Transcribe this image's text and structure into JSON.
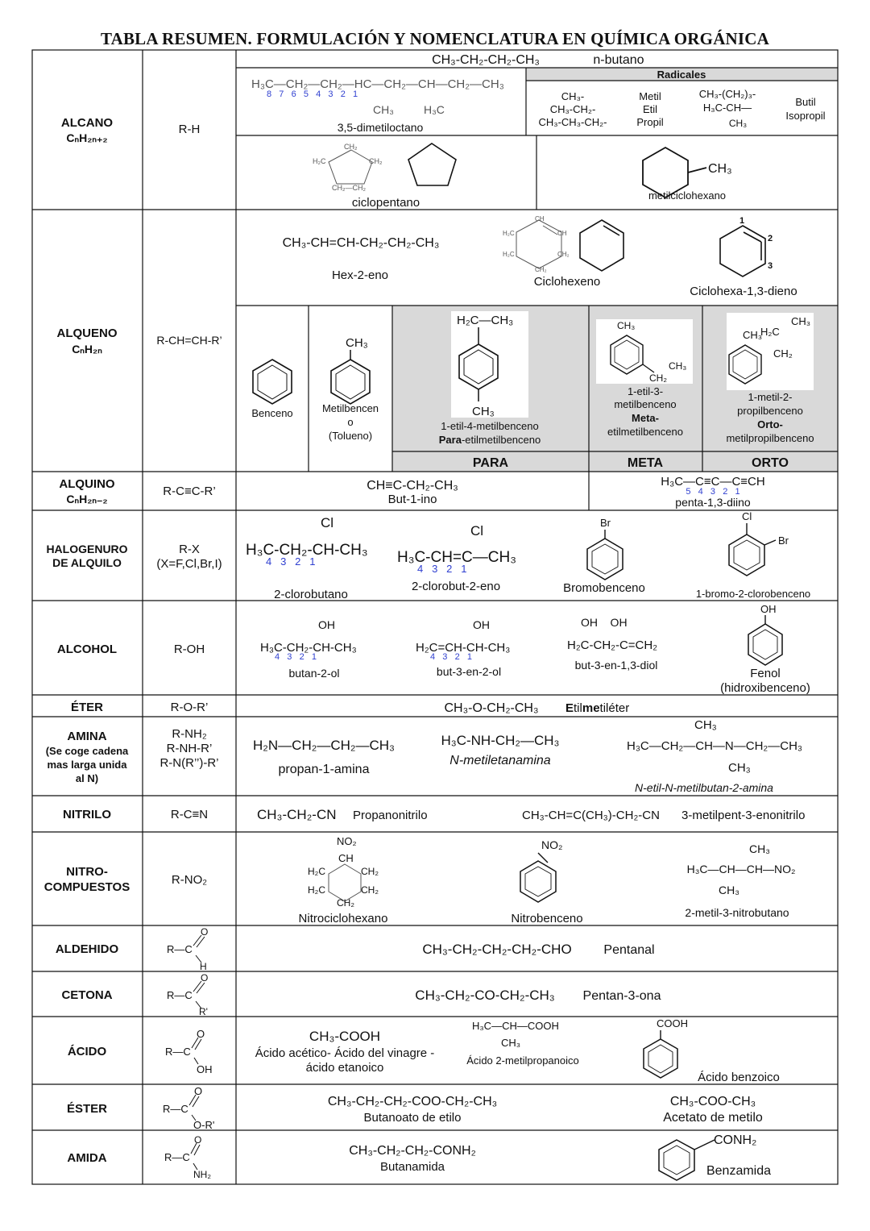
{
  "title": "TABLA RESUMEN. FORMULACIÓN Y NOMENCLATURA EN QUÍMICA ORGÁNICA",
  "alcano": {
    "family": "ALCANO",
    "general": "CₙH₂ₙ₊₂",
    "group": "R-H",
    "ex1_formula": "CH₃-CH₂-CH₂-CH₃",
    "ex1_name": "n-butano",
    "chain_top": "H₃C—CH₂—CH₂—HC—CH₂—CH—CH₂—CH₃",
    "chain_numbers": "8   7   6   5   4   3   2   1",
    "chain_sub1": "CH₃",
    "chain_sub2": "H₃C",
    "ex2_name": "3,5-dimetiloctano",
    "radicals_header": "Radicales",
    "rad1": "CH₃-",
    "rad2": "CH₃-CH₂-",
    "rad3": "CH₃-CH₃-CH₂-",
    "rad_names1": "Metil",
    "rad_names2": "Etil",
    "rad_names3": "Propil",
    "rad_butyl1": "CH₃-(CH₂)₃-",
    "rad_butyl2": "H₃C-CH—",
    "rad_butyl3": "CH₃",
    "rad_names4": "Butil",
    "rad_names5": "Isopropil",
    "ring_atoms": [
      "CH₂",
      "H₂C",
      "CH₂",
      "CH₂—CH₂"
    ],
    "ex3_name": "ciclopentano",
    "ex4_methyl": "CH₃",
    "ex4_name": "metilciclohexano"
  },
  "alqueno": {
    "family": "ALQUENO",
    "general": "CₙH₂ₙ",
    "group": "R-CH=CH-R’",
    "ex1_formula": "CH₃-CH=CH-CH₂-CH₂-CH₃",
    "ex1_name": "Hex-2-eno",
    "ring_labels": [
      "CH",
      "H₂C",
      "CH",
      "H₂C",
      "CH₂",
      "CH₂"
    ],
    "ex2_name": "Ciclohexeno",
    "diene_numbers": [
      "1",
      "2",
      "3"
    ],
    "ex3_name": "Ciclohexa-1,3-dieno",
    "benzene_name": "Benceno",
    "toluene_methyl": "CH₃",
    "toluene_name1": "Metilbencen",
    "toluene_name2": "o",
    "toluene_name3": "(Tolueno)",
    "para_ethyl": "H₂C—CH₃",
    "para_methyl": "CH₃",
    "para_name1": "1-etil-4-metilbenceno",
    "para_prefix": "Para",
    "para_name2": "-etilmetilbenceno",
    "meta_methyl": "CH₃",
    "meta_ethyl1": "CH₃",
    "meta_ethyl2": "CH₂",
    "meta_name1": "1-etil-3-",
    "meta_name2": "metilbenceno",
    "meta_prefix": "Meta-",
    "meta_name3": "etilmetilbenceno",
    "orto_sub1": "CH₃",
    "orto_sub2": "H₂C",
    "orto_sub3": "CH₃",
    "orto_sub4": "CH₂",
    "orto_name1": "1-metil-2-",
    "orto_name2": "propilbenceno",
    "orto_prefix": "Orto-",
    "orto_name3": "metilpropilbenceno",
    "hdr_para": "PARA",
    "hdr_meta": "META",
    "hdr_orto": "ORTO"
  },
  "alquino": {
    "family": "ALQUINO",
    "general": "CₙH₂ₙ₋₂",
    "group": "R-C≡C-R’",
    "ex1_formula": "CH≡C-CH₂-CH₃",
    "ex1_name": "But-1-ino",
    "ex2_formula": "H₃C—C≡C—C≡CH",
    "ex2_numbers": "5   4   3   2   1",
    "ex2_name": "penta-1,3-diino"
  },
  "halogenuro": {
    "family1": "HALOGENURO",
    "family2": "DE ALQUILO",
    "group1": "R-X",
    "group2": "(X=F,Cl,Br,I)",
    "ex1_cl": "Cl",
    "ex1_formula": "H₃C-CH₂-CH-CH₃",
    "ex1_numbers": "4   3   2   1",
    "ex1_name": "2-clorobutano",
    "ex2_cl": "Cl",
    "ex2_formula": "H₃C-CH=C—CH₃",
    "ex2_numbers": "4   3   2   1",
    "ex2_name": "2-clorobut-2-eno",
    "ex3_br": "Br",
    "ex3_name": "Bromobenceno",
    "ex4_cl": "Cl",
    "ex4_br": "Br",
    "ex4_name": "1-bromo-2-clorobenceno"
  },
  "alcohol": {
    "family": "ALCOHOL",
    "group": "R-OH",
    "ex1_oh": "OH",
    "ex1_formula": "H₃C-CH₂-CH-CH₃",
    "ex1_numbers": "4   3   2   1",
    "ex1_name": "butan-2-ol",
    "ex2_oh": "OH",
    "ex2_formula": "H₂C=CH-CH-CH₃",
    "ex2_numbers": "4   3   2   1",
    "ex2_name": "but-3-en-2-ol",
    "ex3_oh": "OH    OH",
    "ex3_formula": "H₂C-CH₂-C=CH₂",
    "ex3_name": "but-3-en-1,3-diol",
    "ex4_oh": "OH",
    "ex4_name1": "Fenol",
    "ex4_name2": "(hidroxibenceno)"
  },
  "eter": {
    "family": "ÉTER",
    "group": "R-O-R’",
    "ex1_formula": "CH₃-O-CH₂-CH₃",
    "ex1_name_a": "E",
    "ex1_name_b": "til",
    "ex1_name_c": "me",
    "ex1_name_d": "tiléter"
  },
  "amina": {
    "family": "AMINA",
    "note1": "(Se coge cadena",
    "note2": "mas larga unida",
    "note3": "al N)",
    "group1": "R-NH₂",
    "group2": "R-NH-R’",
    "group3": "R-N(R’’)-R’",
    "ex1_formula": "H₂N—CH₂—CH₂—CH₃",
    "ex1_name": "propan-1-amina",
    "ex2_formula": "H₃C-NH-CH₂—CH₃",
    "ex2_name": "N-metiletanamina",
    "ex3_top": "CH₃",
    "ex3_formula": "H₃C—CH₂—CH—N—CH₂—CH₃",
    "ex3_bottom": "CH₃",
    "ex3_name": "N-etil-N-metilbutan-2-amina"
  },
  "nitrilo": {
    "family": "NITRILO",
    "group": "R-C≡N",
    "ex1_formula": "CH₃-CH₂-CN",
    "ex1_name": "Propanonitrilo",
    "ex2_formula": "CH₃-CH=C(CH₃)-CH₂-CN",
    "ex2_name": "3-metilpent-3-enonitrilo"
  },
  "nitro": {
    "family1": "NITRO-",
    "family2": "COMPUESTOS",
    "group": "R-NO₂",
    "ex1_no2": "NO₂",
    "ex1_ch": "CH",
    "ex1_atoms": [
      "H₂C",
      "CH₂",
      "H₂C",
      "CH₂",
      "CH₂"
    ],
    "ex1_name": "Nitrociclohexano",
    "ex2_no2": "NO₂",
    "ex2_name": "Nitrobenceno",
    "ex3_top": "CH₃",
    "ex3_formula": "H₃C—CH—CH—NO₂",
    "ex3_bottom": "CH₃",
    "ex3_name": "2-metil-3-nitrobutano"
  },
  "aldehido": {
    "family": "ALDEHIDO",
    "group_r": "R—C",
    "group_o": "O",
    "group_h": "H",
    "ex1_formula": "CH₃-CH₂-CH₂-CH₂-CHO",
    "ex1_name": "Pentanal"
  },
  "cetona": {
    "family": "CETONA",
    "group_r": "R—C",
    "group_o": "O",
    "group_r2": "R'",
    "ex1_formula": "CH₃-CH₂-CO-CH₂-CH₃",
    "ex1_name": "Pentan-3-ona"
  },
  "acido": {
    "family": "ÁCIDO",
    "group_r": "R—C",
    "group_o": "O",
    "group_oh": "OH",
    "ex1_formula": "CH₃-COOH",
    "ex1_name1": "Ácido acético- Ácido del vinagre -",
    "ex1_name2": "ácido etanoico",
    "ex2_formula": "H₃C—CH—COOH",
    "ex2_sub": "CH₃",
    "ex2_name": "Ácido 2-metilpropanoico",
    "ex3_cooh": "COOH",
    "ex3_name": "Ácido benzoico"
  },
  "ester": {
    "family": "ÉSTER",
    "group_r": "R—C",
    "group_o": "O",
    "group_or": "O-R'",
    "ex1_formula": "CH₃-CH₂-CH₂-COO-CH₂-CH₃",
    "ex1_name": "Butanoato de etilo",
    "ex2_formula": "CH₃-COO-CH₃",
    "ex2_name": "Acetato de metilo"
  },
  "amida": {
    "family": "AMIDA",
    "group_r": "R—C",
    "group_o": "O",
    "group_nh2": "NH₂",
    "ex1_formula": "CH₃-CH₂-CH₂-CONH₂",
    "ex1_name": "Butanamida",
    "ex2_conh2": "CONH₂",
    "ex2_name": "Benzamida"
  }
}
